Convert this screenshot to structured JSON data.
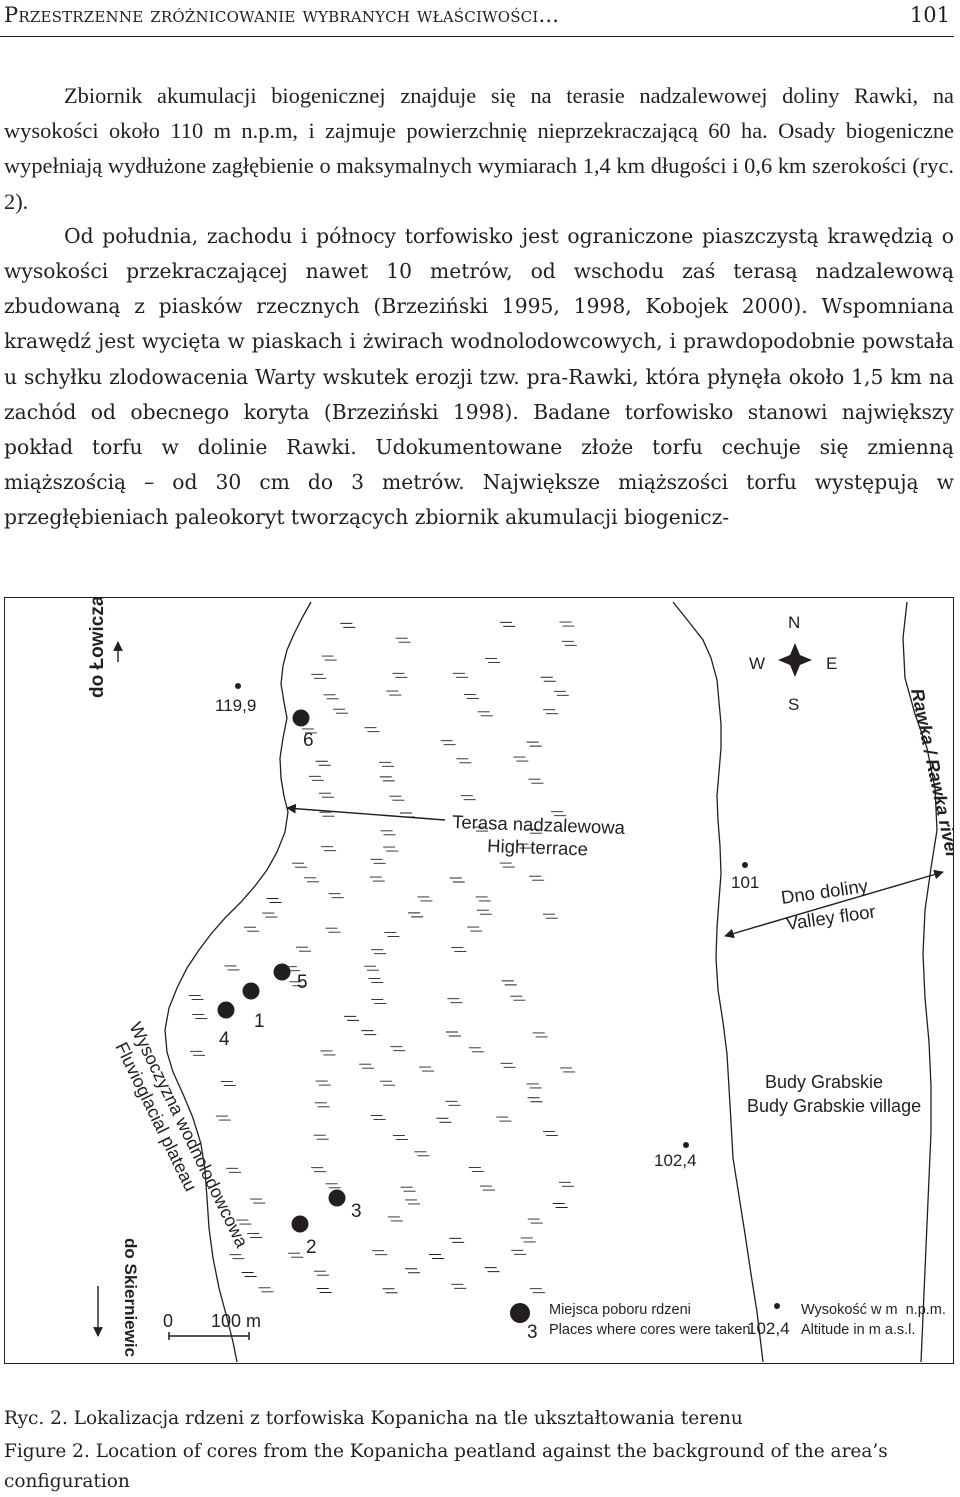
{
  "header": {
    "title": "Przestrzenne zróżnicowanie wybranych właściwości...",
    "page_number": "101"
  },
  "paragraphs": [
    "Zbiornik akumulacji biogenicznej znajduje się na terasie nadzalewowej doliny Rawki, na wysokości około 110 m n.p.m, i zajmuje powierzchnię nieprzekraczającą 60 ha. Osady biogeniczne wypełniają wydłużone zagłębienie o maksymalnych wymiarach 1,4 km długości i 0,6 km szerokości (ryc. 2).",
    "Od południa, zachodu i północy torfowisko jest ograniczone piaszczystą krawędzią o wysokości przekraczającej nawet 10 metrów, od wschodu zaś terasą nadzalewową zbudowaną z piasków rzecznych (Brzeziński 1995, 1998, Kobojek 2000). Wspomniana krawędź jest wycięta w piaskach i żwirach wodnolodowcowych, i prawdopodobnie powstała u schyłku zlodowacenia Warty wskutek erozji tzw. pra-Rawki, która płynęła około 1,5 km na zachód od obecnego koryta (Brzeziński 1998). Badane torfowisko stanowi największy pokład torfu w dolinie Rawki. Udokumentowane złoże torfu cechuje się zmienną miąższością – od 30 cm do 3 metrów. Największe miąższości torfu występują w przegłębieniach paleokoryt tworzących zbiornik akumulacji biogenicz-"
  ],
  "map": {
    "to_lowicz": "do Łowicza",
    "to_skierniewice": "do Skierniewic",
    "elev_119_9": "119,9",
    "elev_101": "101",
    "elev_102_4": "102,4",
    "compass": {
      "n": "N",
      "s": "S",
      "w": "W",
      "e": "E"
    },
    "high_terrace_pl": "Terasa nadzalewowa",
    "high_terrace_en": "High terrace",
    "valley_floor_pl": "Dno doliny",
    "valley_floor_en": "Valley floor",
    "river": "Rawka / Rawka river",
    "village_pl": "Budy Grabskie",
    "village_en": "Budy Grabskie village",
    "plateau_pl": "Wysoczyzna wodnolodowcowa",
    "plateau_en": "Fluvioglacial plateau",
    "cores": [
      {
        "label": "1"
      },
      {
        "label": "2"
      },
      {
        "label": "3"
      },
      {
        "label": "4"
      },
      {
        "label": "5"
      },
      {
        "label": "6"
      }
    ],
    "scale_zero": "0",
    "scale_end": "100 m",
    "legend": {
      "core_symbol_label": "3",
      "core_pl": "Miejsca poboru rdzeni",
      "core_en": "Places where cores were taken",
      "elev_symbol_label": "102,4",
      "elev_pl": "Wysokość w m  n.p.m.",
      "elev_en": "Altitude in m a.s.l."
    }
  },
  "captions": {
    "pl": "Ryc. 2. Lokalizacja rdzeni z torfowiska Kopanicha na tle ukształtowania terenu",
    "en": "Figure 2. Location of cores from the Kopanicha peatland against the background of the area’s configuration"
  }
}
